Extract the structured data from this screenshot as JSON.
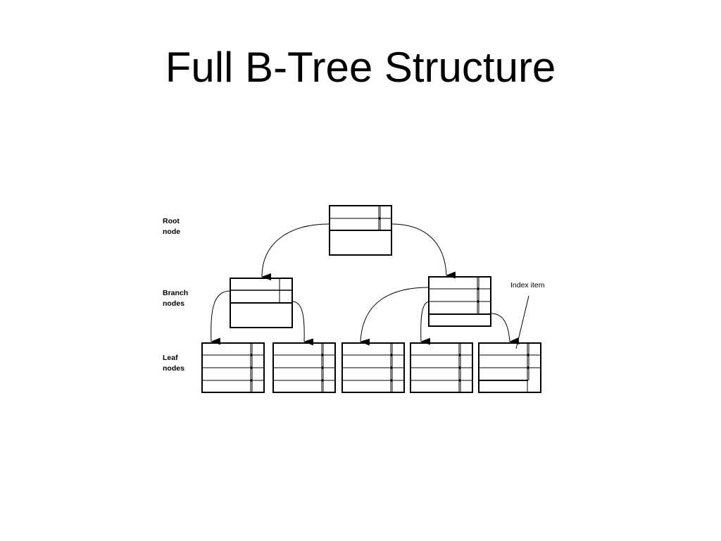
{
  "slide": {
    "title": "Full B-Tree Structure"
  },
  "diagram": {
    "labels": {
      "root": [
        "Root",
        "node"
      ],
      "branch": [
        "Branch",
        "nodes"
      ],
      "leaf": [
        "Leaf",
        "nodes"
      ],
      "callout": "Index item"
    }
  }
}
